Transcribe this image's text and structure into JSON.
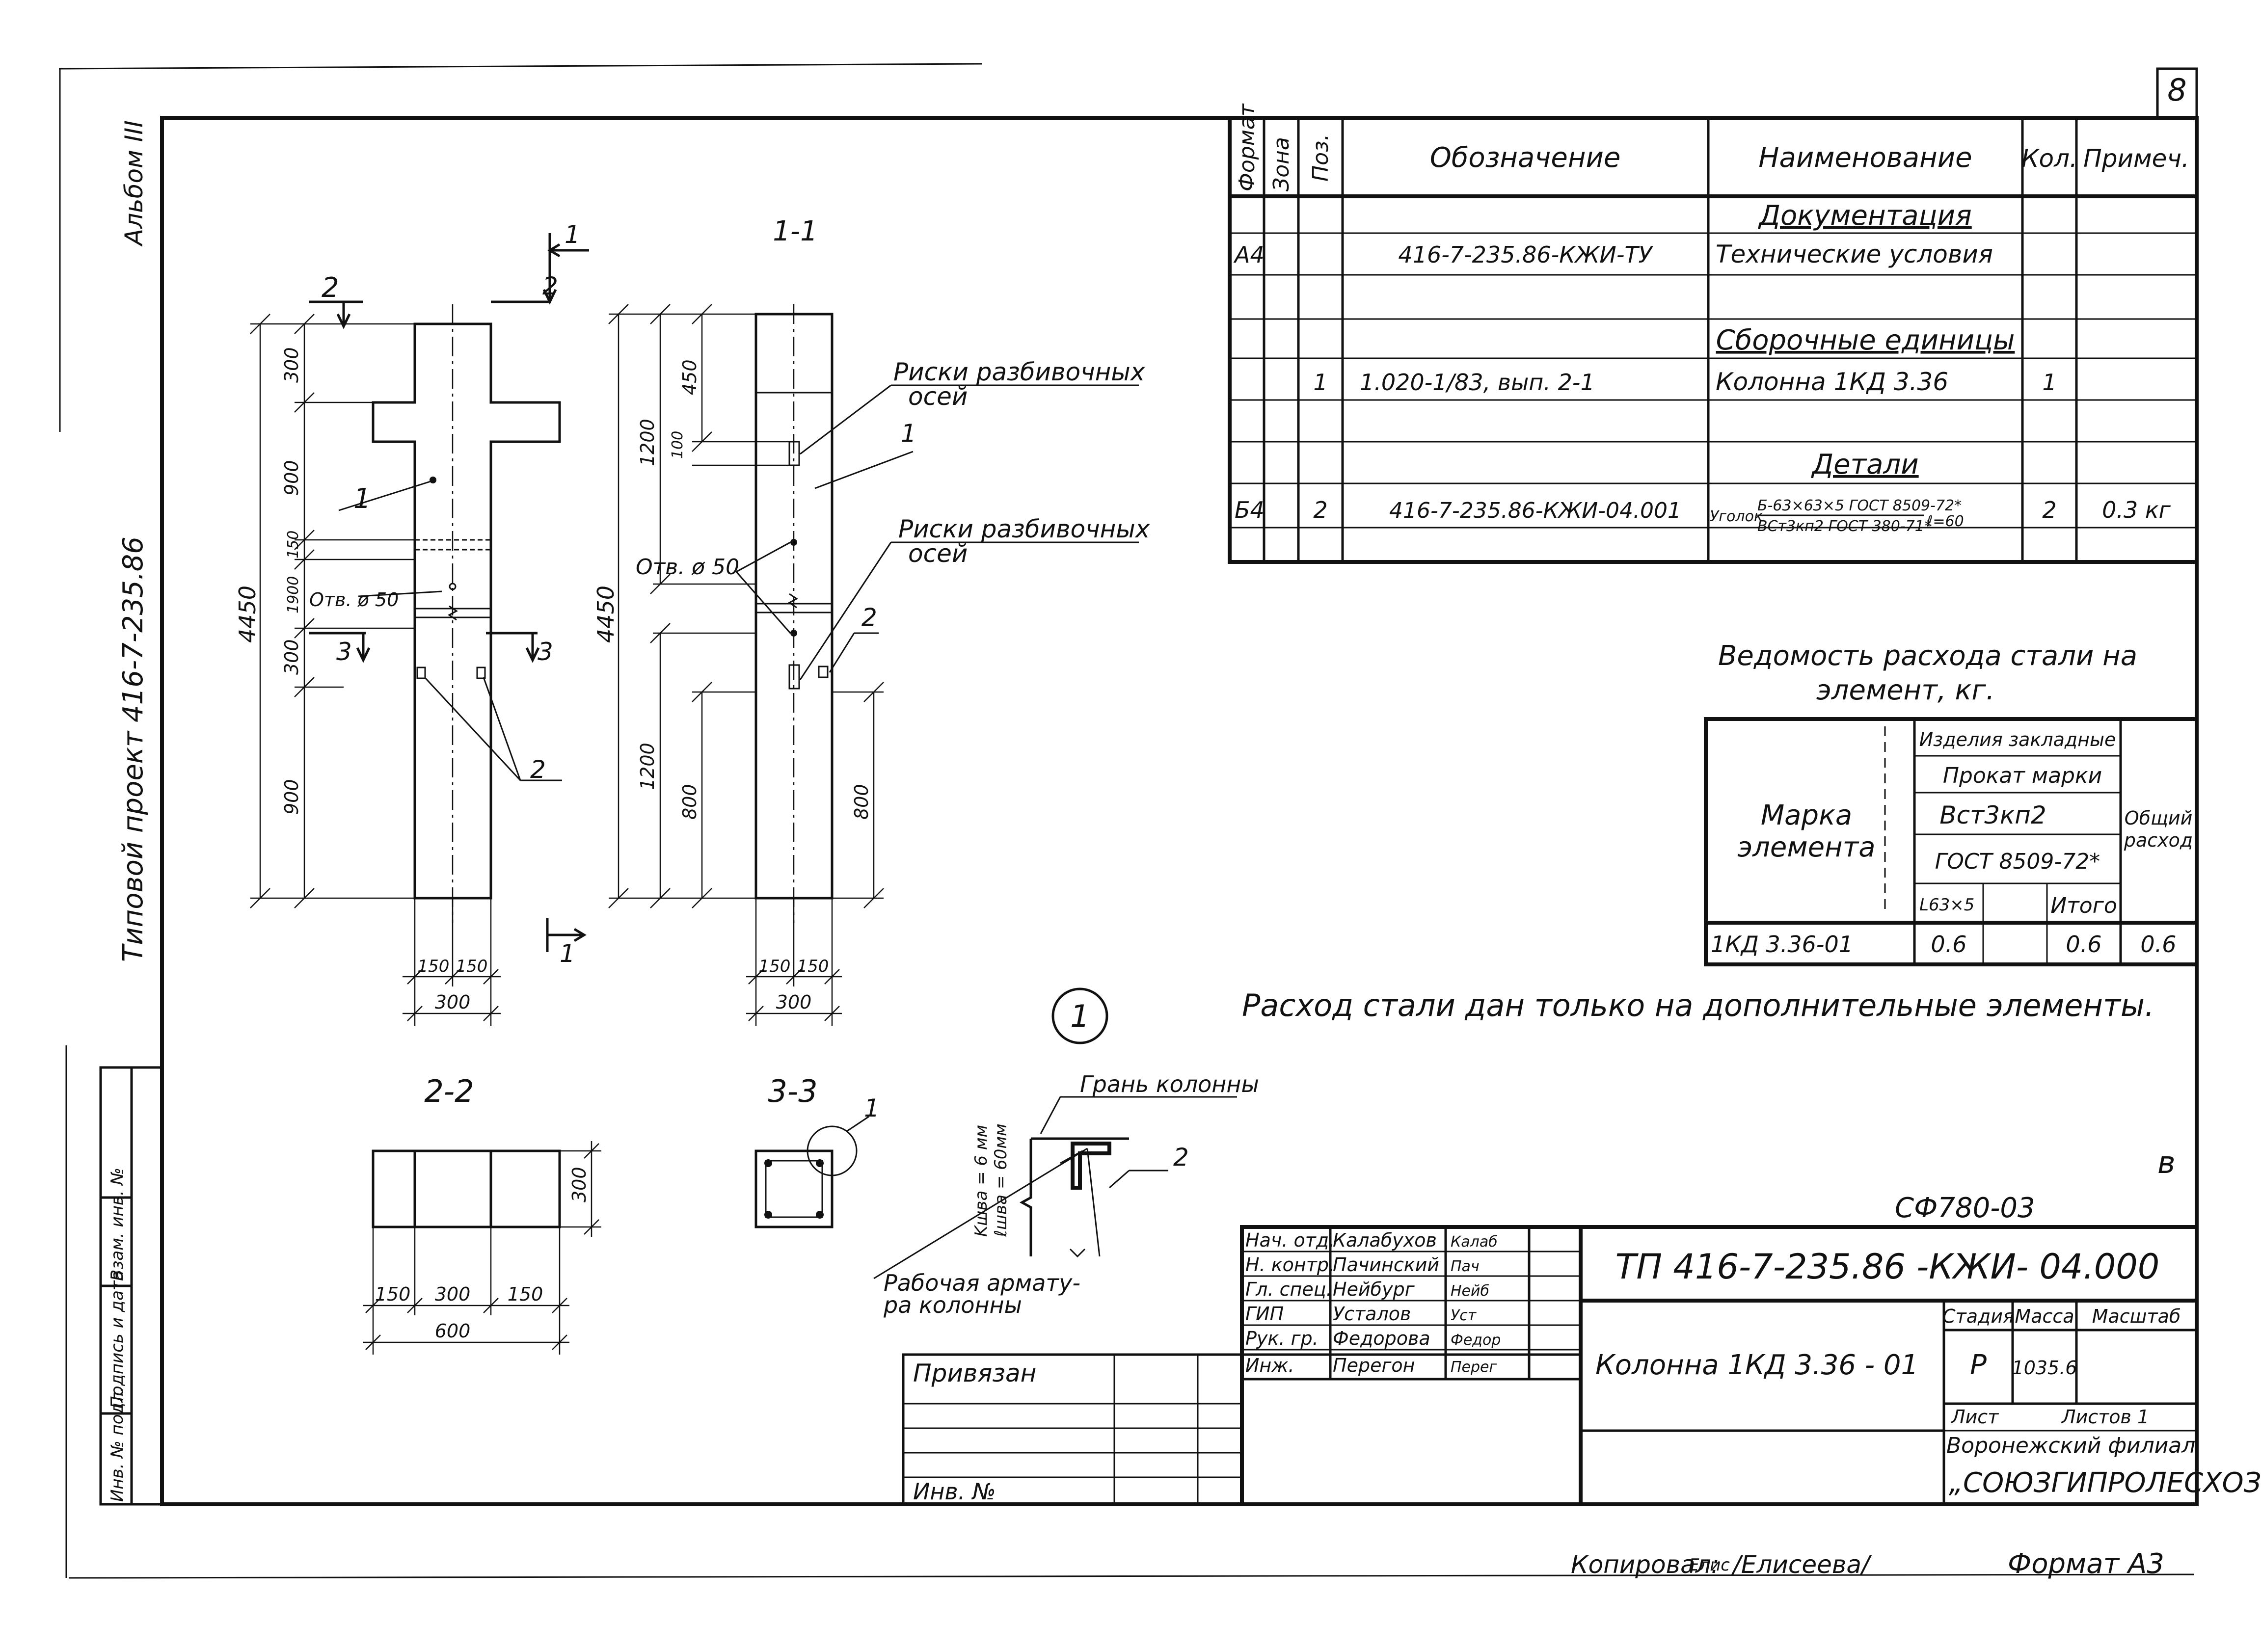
{
  "sheet_number": "8",
  "side_labels": {
    "album": "Альбом III",
    "project": "Типовой проект 416-7-235.86",
    "inv_orig": "Инв. № подл.",
    "sign_date": "Подпись и дата",
    "inv_repl": "Взам. инв. №"
  },
  "spec_table": {
    "headers": {
      "format": "Формат",
      "zone": "Зона",
      "pos": "Поз.",
      "designation": "Обозначение",
      "name": "Наименование",
      "qty": "Кол.",
      "note": "Примеч."
    },
    "sections": {
      "docs": "Документация",
      "assembly": "Сборочные единицы",
      "details": "Детали"
    },
    "rows": {
      "doc": {
        "format": "А4",
        "designation": "416-7-235.86-КЖИ-ТУ",
        "name": "Технические условия"
      },
      "column": {
        "pos": "1",
        "designation": "1.020-1/83, вып. 2-1",
        "name": "Колонна 1КД 3.36",
        "qty": "1"
      },
      "angle": {
        "format": "Б4",
        "pos": "2",
        "designation": "416-7-235.86-КЖИ-04.001",
        "name_prefix": "Уголок",
        "name_top": "Б-63×63×5 ГОСТ 8509-72*",
        "name_bottom": "ВСт3кп2 ГОСТ 380-71*",
        "name_len": "ℓ=60",
        "qty": "2",
        "note": "0.3 кг"
      }
    }
  },
  "steel_table": {
    "title_line1": "Ведомость расхода стали на",
    "title_line2": "элемент, кг.",
    "mark_line1": "Марка",
    "mark_line2": "элемента",
    "embedded": "Изделия закладные",
    "rolled": "Прокат марки",
    "grade": "Вст3кп2",
    "gost": "ГОСТ 8509-72*",
    "profile": "L63×5",
    "total": "Итого",
    "overall_line1": "Общий",
    "overall_line2": "расход",
    "row": {
      "mark": "1КД 3.36-01",
      "profile_val": "0.6",
      "empty": "",
      "total_val": "0.6",
      "overall_val": "0.6"
    }
  },
  "note_text": "Расход стали дан только на дополнительные элементы.",
  "section_titles": {
    "s11": "1-1",
    "s22": "2-2",
    "s33": "3-3"
  },
  "callout_1": "1",
  "elev1": {
    "mark2": "2",
    "mark1": "1",
    "mark3": "3",
    "d_total": "4450",
    "d300": "300",
    "d900a": "900",
    "d150": "150",
    "d1900": "1900",
    "d300b": "300",
    "d900b": "900",
    "hole": "Отв. ø 50",
    "pos1": "1",
    "pos2": "2",
    "w150a": "150",
    "w150b": "150",
    "w300": "300"
  },
  "elev2": {
    "d_total": "4450",
    "d1200a": "1200",
    "d450": "450",
    "d100": "100",
    "d1200b": "1200",
    "d800": "800",
    "d800r": "800",
    "hole": "Отв. ø 50",
    "risk1a": "Риски разбивочных",
    "risk1b": "осей",
    "risk2a": "Риски разбивочных",
    "risk2b": "осей",
    "pos1": "1",
    "pos2": "2",
    "w150a": "150",
    "w150b": "150",
    "w300": "300"
  },
  "sec22": {
    "w150a": "150",
    "w300": "300",
    "w150b": "150",
    "w600": "600",
    "h300": "300"
  },
  "sec33": {
    "pos1": "1"
  },
  "detail": {
    "face": "Грань колонны",
    "rebar1": "Рабочая армату-",
    "rebar2": "ра колонны",
    "weld1": "Kшва = 6 мм",
    "weld2": "ℓшва = 60мм",
    "pos2": "2"
  },
  "letter_v": "в",
  "code_ref": "СФ780-03",
  "title_block": {
    "doc_code": "ТП 416-7-235.86 -КЖИ- 04.000",
    "doc_title": "Колонна 1КД 3.36 - 01",
    "stage_label": "Стадия",
    "mass_label": "Масса",
    "scale_label": "Масштаб",
    "stage": "Р",
    "mass": "1035.6",
    "sheet_label": "Лист",
    "sheets_label": "Листов 1",
    "org1": "Воронежский филиал",
    "org2": "„СОЮЗГИПРОЛЕСХОЗ\"",
    "bound": "Привязан",
    "inv": "Инв. №",
    "staff": [
      {
        "role": "Нач. отд.",
        "name": "Калабухов",
        "sig": "Калаб"
      },
      {
        "role": "Н. контр.",
        "name": "Пачинский",
        "sig": "Пач"
      },
      {
        "role": "Гл. спец.",
        "name": "Нейбург",
        "sig": "Нейб"
      },
      {
        "role": "ГИП",
        "name": "Усталов",
        "sig": "Уст"
      },
      {
        "role": "Рук. гр.",
        "name": "Федорова",
        "sig": "Федор"
      },
      {
        "role": "Инж.",
        "name": "Перегон",
        "sig": "Перег"
      }
    ]
  },
  "footer": {
    "copied": "Копировал:",
    "copier": "/Елисеева/",
    "copier_sig": "Елис",
    "format": "Формат А3"
  }
}
